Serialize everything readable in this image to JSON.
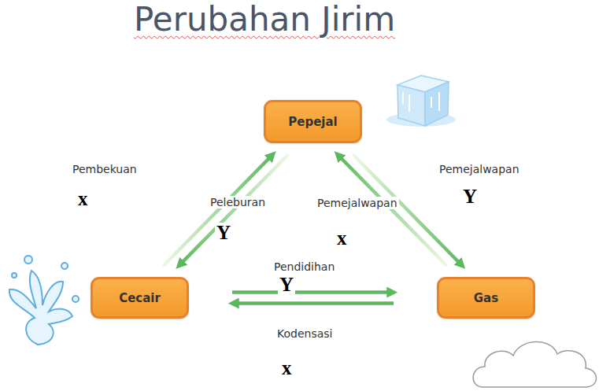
{
  "diagram": {
    "title": "Perubahan Jirim",
    "nodes": [
      {
        "text": [
          "Pepejal"
        ]
      },
      {
        "text": [
          "Cecair"
        ]
      },
      {
        "text": [
          "Gas"
        ]
      }
    ],
    "edges": [
      {
        "from": 1,
        "to": 0,
        "label": "Pembekuan",
        "arrow": "to"
      },
      {
        "from": 0,
        "to": 1,
        "label": "Peleburan",
        "arrow": "to"
      },
      {
        "from": 2,
        "to": 0,
        "label": "Pemejalwapan",
        "arrow": "to"
      },
      {
        "from": 0,
        "to": 2,
        "label": "Pemejalwapan",
        "arrow": "to"
      },
      {
        "from": 1,
        "to": 2,
        "label": "Pendidihan",
        "arrow": "to"
      },
      {
        "from": 2,
        "to": 1,
        "label": "Kodensasi",
        "arrow": "to"
      }
    ],
    "labels": [
      "x",
      "Y",
      "x",
      "Y",
      "Y",
      "x"
    ]
  }
}
